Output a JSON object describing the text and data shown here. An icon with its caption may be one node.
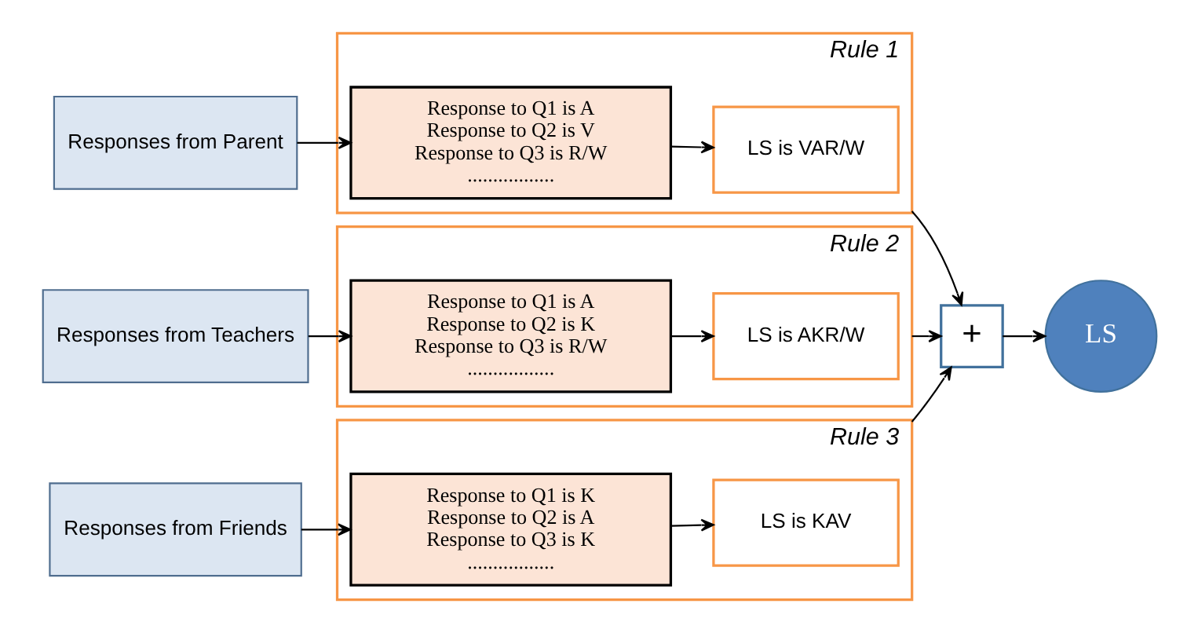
{
  "diagram": {
    "nodes": [
      {
        "text": [
          "Responses from Parent"
        ]
      },
      {
        "text": [
          "Rule 1"
        ]
      },
      {
        "text": [
          "Response to Q1 is A",
          "Response to Q2 is V",
          "Response to Q3 is R/W",
          "................."
        ],
        "in": 1
      },
      {
        "text": [
          "LS is VAR/W"
        ],
        "in": 1
      },
      {
        "text": [
          "Responses from Teachers"
        ]
      },
      {
        "text": [
          "Rule 2"
        ]
      },
      {
        "text": [
          "Response to Q1 is A",
          "Response to Q2 is K",
          "Response to Q3 is R/W",
          "................."
        ],
        "in": 5
      },
      {
        "text": [
          "LS is AKR/W"
        ],
        "in": 5
      },
      {
        "text": [
          "Responses from Friends"
        ]
      },
      {
        "text": [
          "Rule 3"
        ]
      },
      {
        "text": [
          "Response to Q1 is K",
          "Response to Q2 is A",
          "Response to Q3 is K",
          "................."
        ],
        "in": 9
      },
      {
        "text": [
          "LS is KAV"
        ],
        "in": 9
      },
      {
        "text": [
          "+"
        ]
      },
      {
        "text": [
          "LS"
        ]
      }
    ],
    "edges": [
      {
        "from": 0,
        "to": 2,
        "arrow": "to"
      },
      {
        "from": 2,
        "to": 3,
        "arrow": "to"
      },
      {
        "from": 4,
        "to": 6,
        "arrow": "to"
      },
      {
        "from": 6,
        "to": 7,
        "arrow": "to"
      },
      {
        "from": 8,
        "to": 10,
        "arrow": "to"
      },
      {
        "from": 10,
        "to": 11,
        "arrow": "to"
      },
      {
        "from": 1,
        "to": 12,
        "arrow": "to"
      },
      {
        "from": 5,
        "to": 12,
        "arrow": "to"
      },
      {
        "from": 9,
        "to": 12,
        "arrow": "to"
      },
      {
        "from": 12,
        "to": 13,
        "arrow": "to"
      }
    ]
  }
}
